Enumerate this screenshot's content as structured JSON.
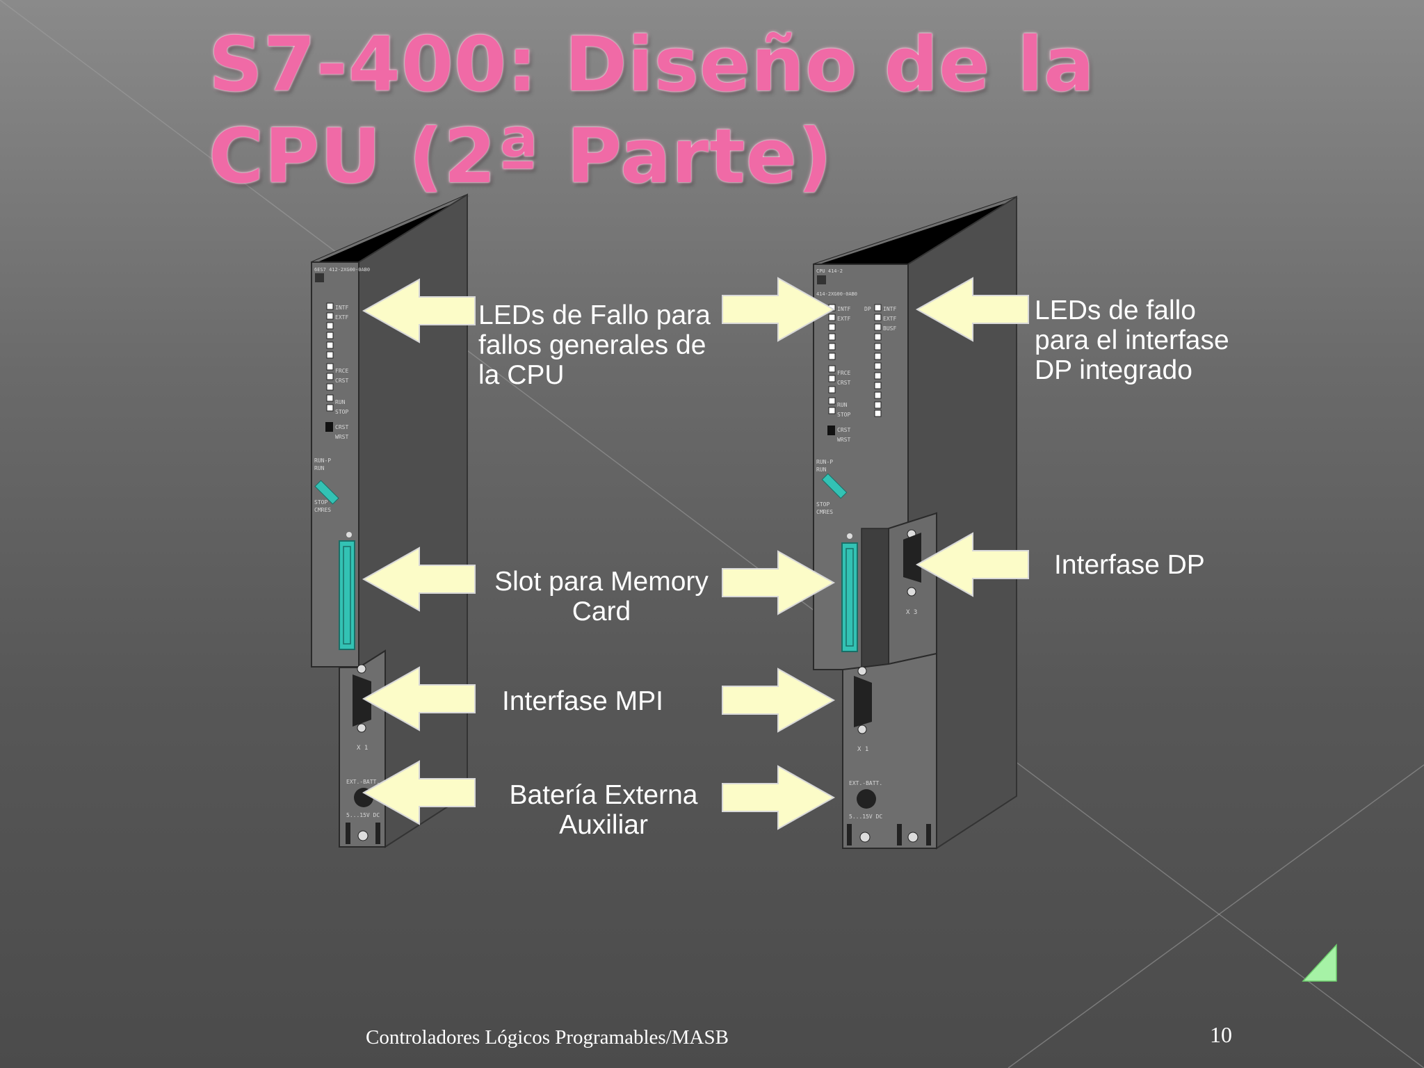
{
  "slide": {
    "title": "S7-400: Diseño de la CPU (2ª Parte)",
    "labels": {
      "leds_cpu": "LEDs de Fallo para\nfallos generales de\nla CPU",
      "leds_dp": "LEDs de fallo\npara el interfase\nDP integrado",
      "slot_memory": "Slot para Memory\nCard",
      "interfase_dp": "Interfase DP",
      "interfase_mpi": "Interfase MPI",
      "bateria": "Batería Externa\nAuxiliar"
    },
    "footer": "Controladores Lógicos Programables/MASB",
    "page_number": "10"
  },
  "modules": {
    "left": {
      "top_code": "6ES7 412-2XG00-0AB0",
      "led_labels": [
        "INTF",
        "EXTF",
        "FRCE",
        "CRST",
        "RUN",
        "STOP",
        "CRST",
        "WRST"
      ],
      "switch_labels": [
        "RUN-P",
        "RUN",
        "STOP",
        "CMRES"
      ],
      "port": "X 1",
      "battery": "EXT.-BATT.",
      "voltage": "5...15V DC"
    },
    "right": {
      "top_code": "CPU 414-2",
      "sub_code": "414-2XG00-0AB0",
      "dp": "DP",
      "led_labels": [
        "INTF",
        "EXTF",
        "FRCE",
        "CRST",
        "RUN",
        "STOP",
        "CRST",
        "WRST"
      ],
      "dp_led_labels": [
        "INTF",
        "EXTF",
        "BUSF"
      ],
      "switch_labels": [
        "RUN-P",
        "RUN",
        "STOP",
        "CMRES"
      ],
      "port_dp": "X 3",
      "port": "X 1",
      "battery": "EXT.-BATT.",
      "voltage": "5...15V DC"
    }
  },
  "colors": {
    "title": "#f06aa6",
    "arrow_fill": "#fcfcc8",
    "arrow_stroke": "#d8d8d8",
    "accent_teal": "#33c2b4",
    "corner_triangle": "#a6f2a6"
  }
}
